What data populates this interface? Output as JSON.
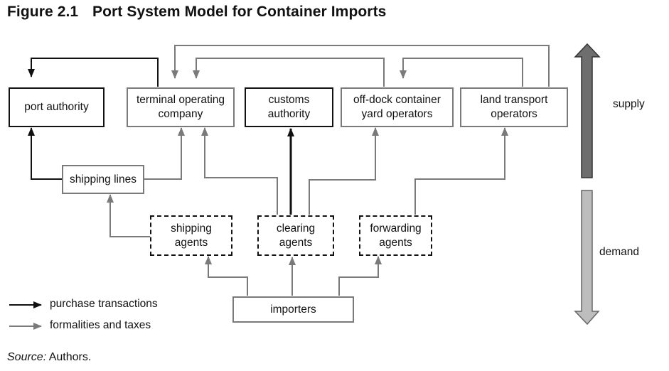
{
  "figure": {
    "number": "Figure 2.1",
    "title": "Port System Model for Container Imports"
  },
  "nodes": {
    "port_authority": "port authority",
    "terminal_operating_company": "terminal operating\ncompany",
    "customs_authority": "customs\nauthority",
    "off_dock_container_yard_operators": "off-dock container\nyard operators",
    "land_transport_operators": "land transport\noperators",
    "shipping_lines": "shipping lines",
    "shipping_agents": "shipping\nagents",
    "clearing_agents": "clearing\nagents",
    "forwarding_agents": "forwarding\nagents",
    "importers": "importers"
  },
  "side_arrows": {
    "supply": "supply",
    "demand": "demand"
  },
  "legend": {
    "purchase_transactions": "purchase transactions",
    "formalities_and_taxes": "formalities and taxes"
  },
  "colors": {
    "purchase_arrow": "#111111",
    "formalities_arrow": "#7a7a7a",
    "supply_arrow_fill": "#6e6e6e",
    "demand_arrow_fill": "#bdbdbd"
  },
  "source": {
    "label": "Source:",
    "text": " Authors."
  }
}
